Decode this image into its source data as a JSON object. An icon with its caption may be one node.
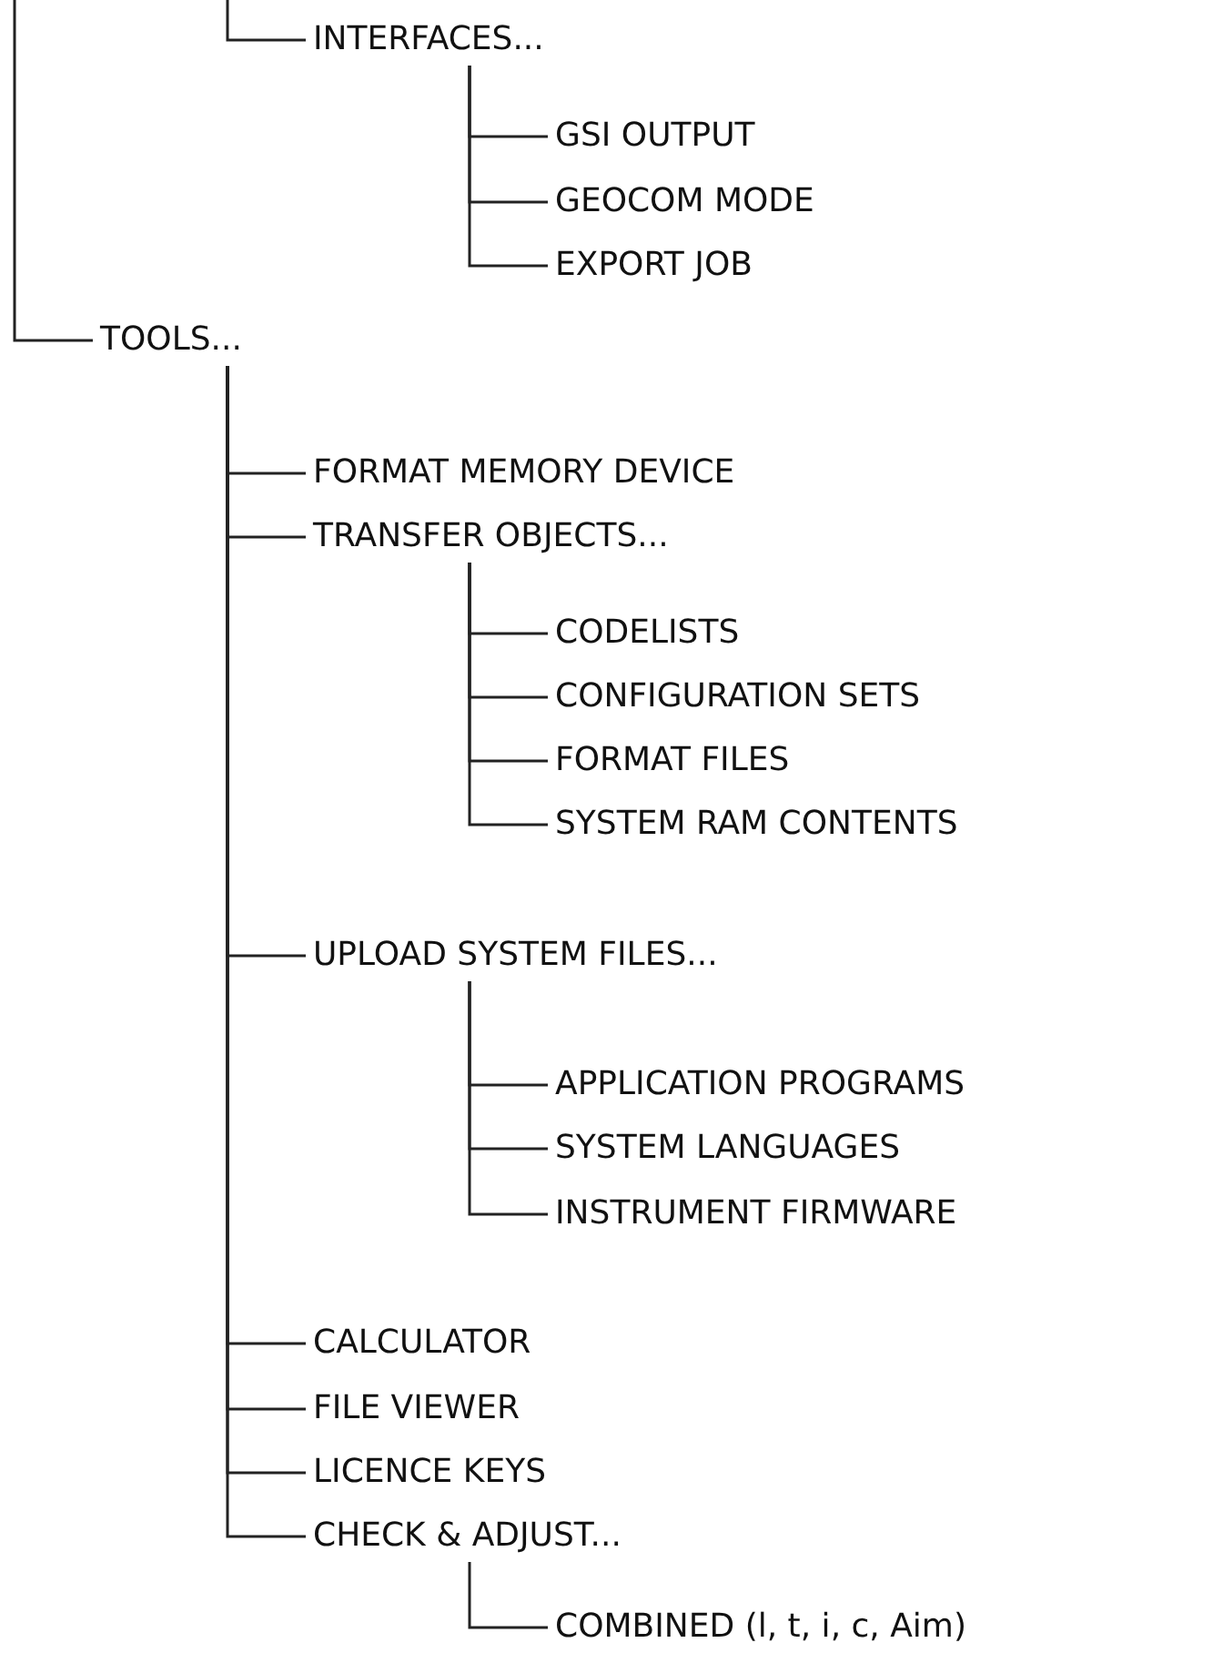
{
  "diagram": {
    "nodes": [
      {
        "text": [
          "INTERFACES..."
        ]
      },
      {
        "text": [
          "GSI OUTPUT"
        ]
      },
      {
        "text": [
          "GEOCOM MODE"
        ]
      },
      {
        "text": [
          "EXPORT JOB"
        ]
      },
      {
        "text": [
          "TOOLS..."
        ]
      },
      {
        "text": [
          "FORMAT MEMORY DEVICE"
        ]
      },
      {
        "text": [
          "TRANSFER OBJECTS..."
        ]
      },
      {
        "text": [
          "CODELISTS"
        ]
      },
      {
        "text": [
          "CONFIGURATION SETS"
        ]
      },
      {
        "text": [
          "FORMAT FILES"
        ]
      },
      {
        "text": [
          "SYSTEM RAM CONTENTS"
        ]
      },
      {
        "text": [
          "UPLOAD SYSTEM FILES..."
        ]
      },
      {
        "text": [
          "APPLICATION PROGRAMS"
        ]
      },
      {
        "text": [
          "SYSTEM LANGUAGES"
        ]
      },
      {
        "text": [
          "INSTRUMENT FIRMWARE"
        ]
      },
      {
        "text": [
          "CALCULATOR"
        ]
      },
      {
        "text": [
          "FILE VIEWER"
        ]
      },
      {
        "text": [
          "LICENCE KEYS"
        ]
      },
      {
        "text": [
          "CHECK & ADJUST..."
        ]
      },
      {
        "text": [
          "COMBINED (l, t, i, c, Aim)"
        ]
      }
    ],
    "edges": [
      {
        "from": null,
        "to": 0,
        "arrow": "none"
      },
      {
        "from": 0,
        "to": 1,
        "arrow": "none"
      },
      {
        "from": 0,
        "to": 2,
        "arrow": "none"
      },
      {
        "from": 0,
        "to": 3,
        "arrow": "none"
      },
      {
        "from": null,
        "to": 4,
        "arrow": "none"
      },
      {
        "from": 4,
        "to": 5,
        "arrow": "none"
      },
      {
        "from": 4,
        "to": 6,
        "arrow": "none"
      },
      {
        "from": 6,
        "to": 7,
        "arrow": "none"
      },
      {
        "from": 6,
        "to": 8,
        "arrow": "none"
      },
      {
        "from": 6,
        "to": 9,
        "arrow": "none"
      },
      {
        "from": 6,
        "to": 10,
        "arrow": "none"
      },
      {
        "from": 4,
        "to": 11,
        "arrow": "none"
      },
      {
        "from": 11,
        "to": 12,
        "arrow": "none"
      },
      {
        "from": 11,
        "to": 13,
        "arrow": "none"
      },
      {
        "from": 11,
        "to": 14,
        "arrow": "none"
      },
      {
        "from": 4,
        "to": 15,
        "arrow": "none"
      },
      {
        "from": 4,
        "to": 16,
        "arrow": "none"
      },
      {
        "from": 4,
        "to": 17,
        "arrow": "none"
      },
      {
        "from": 4,
        "to": 18,
        "arrow": "none"
      },
      {
        "from": 18,
        "to": 19,
        "arrow": "none"
      }
    ]
  }
}
